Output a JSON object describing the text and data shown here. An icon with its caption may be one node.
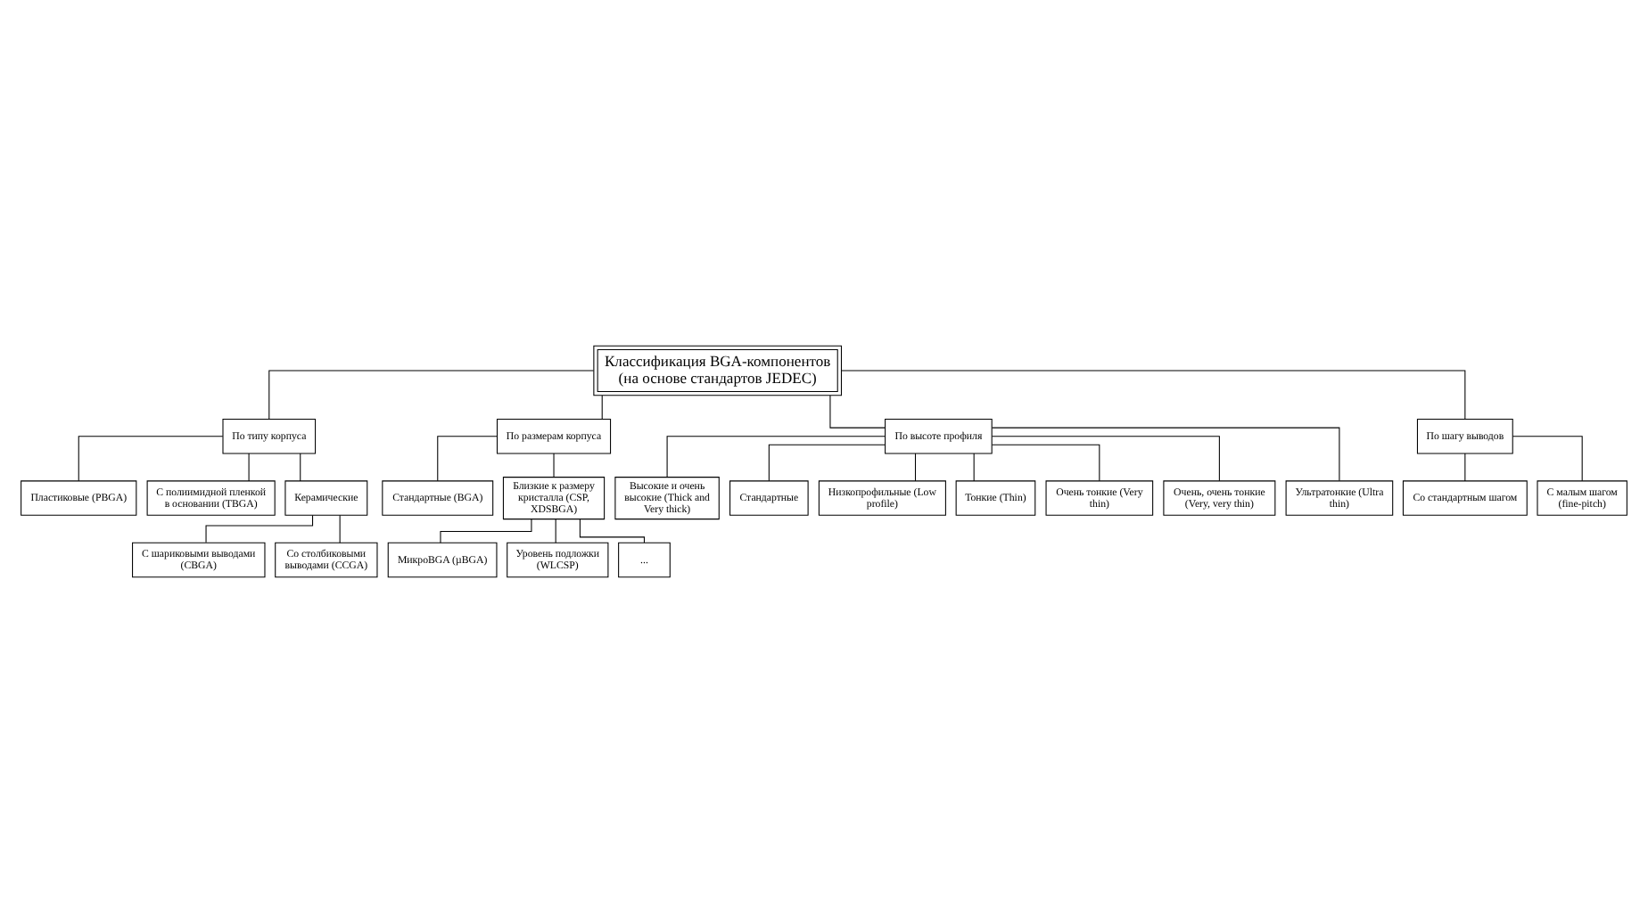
{
  "diagram": {
    "nodes": [
      {
        "text": [
          "Классификация BGA-компонентов (на основе стандартов JEDEC)"
        ]
      },
      {
        "text": [
          "По типу корпуса"
        ]
      },
      {
        "text": [
          "По размерам корпуса"
        ]
      },
      {
        "text": [
          "По высоте профиля"
        ]
      },
      {
        "text": [
          "По шагу выводов"
        ]
      },
      {
        "text": [
          "Пластиковые (PBGA)"
        ]
      },
      {
        "text": [
          "С полиимидной пленкой в основании (TBGA)"
        ]
      },
      {
        "text": [
          "Керамические"
        ]
      },
      {
        "text": [
          "С шариковыми выводами (CBGA)"
        ]
      },
      {
        "text": [
          "Со столбиковыми выводами (CCGA)"
        ]
      },
      {
        "text": [
          "Стандартные (BGA)"
        ]
      },
      {
        "text": [
          "Близкие к размеру кристалла (CSP, XDSBGA)"
        ]
      },
      {
        "text": [
          "МикроBGA (µBGA)"
        ]
      },
      {
        "text": [
          "Уровень подложки (WLCSP)"
        ]
      },
      {
        "text": [
          "..."
        ]
      },
      {
        "text": [
          "Высокие и очень высокие (Thick and Very thick)"
        ]
      },
      {
        "text": [
          "Стандартные"
        ]
      },
      {
        "text": [
          "Низкопрофильные (Low profile)"
        ]
      },
      {
        "text": [
          "Тонкие (Thin)"
        ]
      },
      {
        "text": [
          "Очень тонкие (Very thin)"
        ]
      },
      {
        "text": [
          "Очень, очень тонкие (Very, very thin)"
        ]
      },
      {
        "text": [
          "Ультратонкие (Ultra thin)"
        ]
      },
      {
        "text": [
          "Со стандартным шагом"
        ]
      },
      {
        "text": [
          "С малым шагом (fine-pitch)"
        ]
      }
    ],
    "edges": [
      {
        "from": 0,
        "to": 1,
        "arrow": "none"
      },
      {
        "from": 0,
        "to": 2,
        "arrow": "none"
      },
      {
        "from": 0,
        "to": 3,
        "arrow": "none"
      },
      {
        "from": 0,
        "to": 4,
        "arrow": "none"
      },
      {
        "from": 1,
        "to": 5,
        "arrow": "none"
      },
      {
        "from": 1,
        "to": 6,
        "arrow": "none"
      },
      {
        "from": 1,
        "to": 7,
        "arrow": "none"
      },
      {
        "from": 7,
        "to": 8,
        "arrow": "none"
      },
      {
        "from": 7,
        "to": 9,
        "arrow": "none"
      },
      {
        "from": 2,
        "to": 10,
        "arrow": "none"
      },
      {
        "from": 2,
        "to": 11,
        "arrow": "none"
      },
      {
        "from": 11,
        "to": 12,
        "arrow": "none"
      },
      {
        "from": 11,
        "to": 13,
        "arrow": "none"
      },
      {
        "from": 11,
        "to": 14,
        "arrow": "none"
      },
      {
        "from": 3,
        "to": 15,
        "arrow": "none"
      },
      {
        "from": 3,
        "to": 16,
        "arrow": "none"
      },
      {
        "from": 3,
        "to": 17,
        "arrow": "none"
      },
      {
        "from": 3,
        "to": 18,
        "arrow": "none"
      },
      {
        "from": 3,
        "to": 19,
        "arrow": "none"
      },
      {
        "from": 3,
        "to": 20,
        "arrow": "none"
      },
      {
        "from": 3,
        "to": 21,
        "arrow": "none"
      },
      {
        "from": 4,
        "to": 22,
        "arrow": "none"
      },
      {
        "from": 4,
        "to": 23,
        "arrow": "none"
      }
    ]
  }
}
